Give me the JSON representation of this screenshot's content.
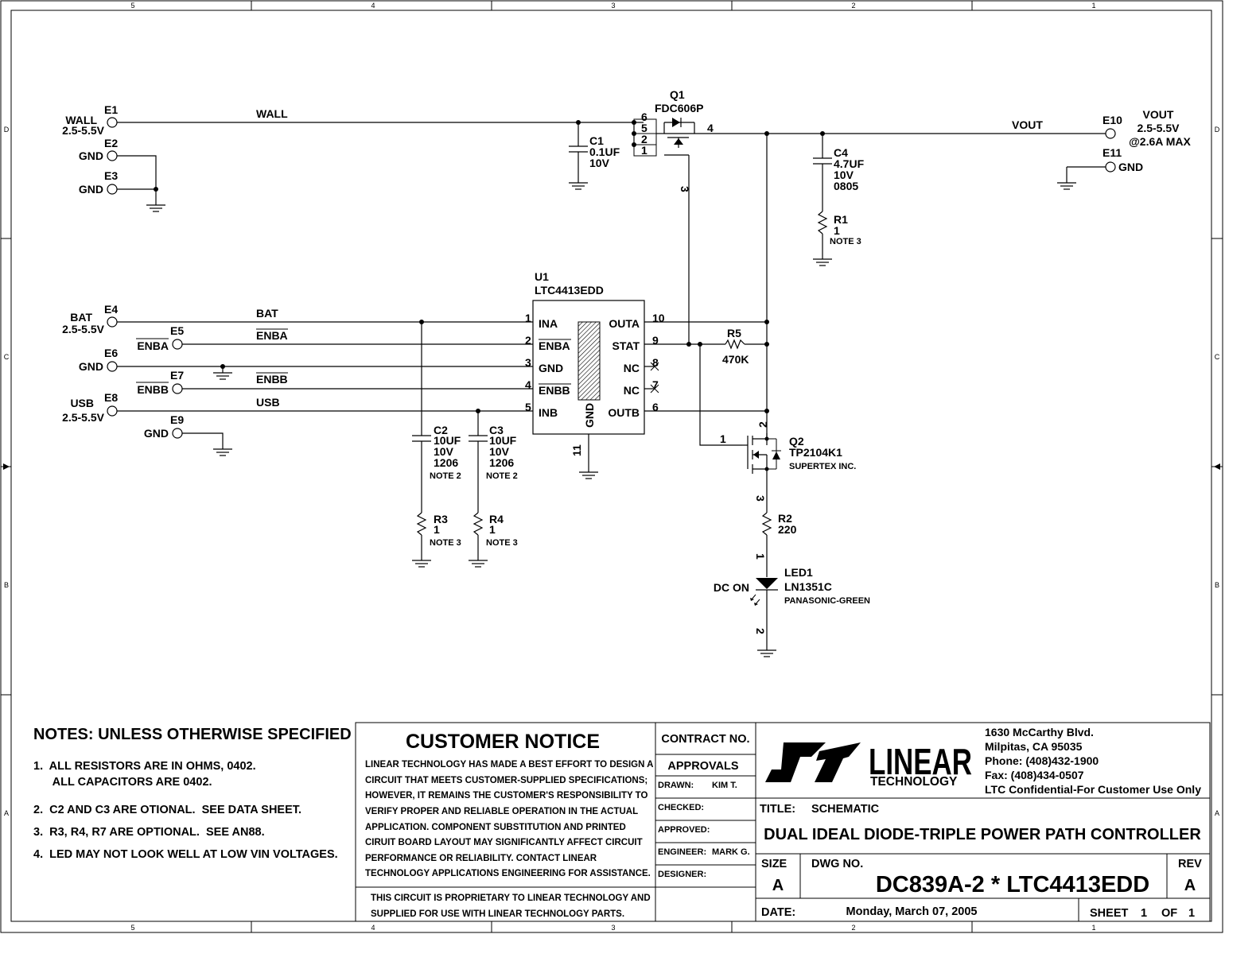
{
  "border": {
    "cols": [
      "5",
      "4",
      "3",
      "2",
      "1"
    ],
    "rows": [
      "D",
      "C",
      "B",
      "A"
    ]
  },
  "terminals": {
    "e1": {
      "ref": "E1",
      "net": "WALL",
      "range": "2.5-5.5V"
    },
    "e2": {
      "ref": "E2",
      "net": "GND"
    },
    "e3": {
      "ref": "E3",
      "net": "GND"
    },
    "e4": {
      "ref": "E4",
      "net": "BAT",
      "range": "2.5-5.5V"
    },
    "e5": {
      "ref": "E5",
      "net": "ENBA"
    },
    "e6": {
      "ref": "E6",
      "net": "GND"
    },
    "e7": {
      "ref": "E7",
      "net": "ENBB"
    },
    "e8": {
      "ref": "E8",
      "net": "USB",
      "range": "2.5-5.5V"
    },
    "e9": {
      "ref": "E9",
      "net": "GND"
    },
    "e10": {
      "ref": "E10",
      "net": "VOUT",
      "range": "2.5-5.5V",
      "current": "@2.6A MAX"
    },
    "e11": {
      "ref": "E11",
      "net": "GND"
    }
  },
  "nets": {
    "wall": "WALL",
    "vout": "VOUT",
    "bat": "BAT",
    "enba": "ENBA",
    "enbb": "ENBB",
    "usb": "USB"
  },
  "q1": {
    "ref": "Q1",
    "part": "FDC606P",
    "pins": [
      "6",
      "5",
      "2",
      "1",
      "4",
      "3"
    ]
  },
  "c1": {
    "ref": "C1",
    "value": "0.1UF",
    "volt": "10V"
  },
  "c4": {
    "ref": "C4",
    "value": "4.7UF",
    "volt": "10V",
    "pkg": "0805"
  },
  "r1": {
    "ref": "R1",
    "value": "1",
    "note": "NOTE 3"
  },
  "u1": {
    "ref": "U1",
    "part": "LTC4413EDD",
    "left_pins": [
      {
        "num": "1",
        "name": "INA"
      },
      {
        "num": "2",
        "name": "ENBA"
      },
      {
        "num": "3",
        "name": "GND"
      },
      {
        "num": "4",
        "name": "ENBB"
      },
      {
        "num": "5",
        "name": "INB"
      }
    ],
    "right_pins": [
      {
        "num": "10",
        "name": "OUTA"
      },
      {
        "num": "9",
        "name": "STAT"
      },
      {
        "num": "8",
        "name": "NC"
      },
      {
        "num": "7",
        "name": "NC"
      },
      {
        "num": "6",
        "name": "OUTB"
      }
    ],
    "pad_label": "GND",
    "pad_pin": "11"
  },
  "r5": {
    "ref": "R5",
    "value": "470K"
  },
  "c2": {
    "ref": "C2",
    "value": "10UF",
    "volt": "10V",
    "pkg": "1206",
    "note": "NOTE 2"
  },
  "c3": {
    "ref": "C3",
    "value": "10UF",
    "volt": "10V",
    "pkg": "1206",
    "note": "NOTE 2"
  },
  "r3": {
    "ref": "R3",
    "value": "1",
    "note": "NOTE 3"
  },
  "r4": {
    "ref": "R4",
    "value": "1",
    "note": "NOTE 3"
  },
  "q2": {
    "ref": "Q2",
    "part": "TP2104K1",
    "mfr": "SUPERTEX INC.",
    "pins": [
      "2",
      "1",
      "3"
    ]
  },
  "r2": {
    "ref": "R2",
    "value": "220"
  },
  "led1": {
    "ref": "LED1",
    "part": "LN1351C",
    "mfr": "PANASONIC-GREEN",
    "label": "DC ON",
    "pins": [
      "1",
      "2"
    ]
  },
  "notes": {
    "title": "NOTES:  UNLESS OTHERWISE SPECIFIED",
    "items": [
      "1.  ALL RESISTORS ARE IN OHMS, 0402.",
      "      ALL CAPACITORS ARE 0402.",
      "2.  C2 AND C3 ARE OTIONAL.  SEE DATA SHEET.",
      "3.  R3, R4, R7 ARE OPTIONAL.  SEE AN88.",
      "4.  LED MAY NOT LOOK WELL AT LOW VIN VOLTAGES."
    ]
  },
  "customer_notice": {
    "title": "CUSTOMER NOTICE",
    "lines": [
      "LINEAR TECHNOLOGY HAS MADE A BEST EFFORT TO DESIGN A",
      "CIRCUIT THAT MEETS CUSTOMER-SUPPLIED SPECIFICATIONS;",
      "HOWEVER, IT REMAINS THE CUSTOMER'S RESPONSIBILITY TO",
      "VERIFY PROPER AND RELIABLE OPERATION IN THE ACTUAL",
      "APPLICATION.  COMPONENT SUBSTITUTION AND PRINTED",
      "CIRUIT BOARD LAYOUT MAY SIGNIFICANTLY AFFECT CIRCUIT",
      "PERFORMANCE OR RELIABILITY.  CONTACT LINEAR",
      "TECHNOLOGY APPLICATIONS ENGINEERING FOR ASSISTANCE."
    ],
    "proprietary": [
      "THIS CIRCUIT IS PROPRIETARY TO LINEAR TECHNOLOGY AND",
      "SUPPLIED FOR USE WITH LINEAR TECHNOLOGY PARTS."
    ]
  },
  "approvals": {
    "contract": "CONTRACT NO.",
    "approvals": "APPROVALS",
    "drawn_label": "DRAWN:",
    "drawn_value": "KIM T.",
    "checked_label": "CHECKED:",
    "approved_label": "APPROVED:",
    "engineer_label": "ENGINEER:",
    "engineer_value": "MARK G.",
    "designer_label": "DESIGNER:"
  },
  "company": {
    "logo_word": "LINEAR",
    "logo_sub": "TECHNOLOGY",
    "address": [
      "1630 McCarthy Blvd.",
      "Milpitas, CA 95035",
      "Phone: (408)432-1900",
      "Fax: (408)434-0507",
      "LTC Confidential-For Customer Use Only"
    ]
  },
  "title_block": {
    "title_label": "TITLE:",
    "title_value": "SCHEMATIC",
    "description": "DUAL IDEAL DIODE-TRIPLE POWER PATH CONTROLLER",
    "size_label": "SIZE",
    "size_value": "A",
    "dwg_label": "DWG NO.",
    "dwg_value": "DC839A-2 * LTC4413EDD",
    "rev_label": "REV",
    "rev_value": "A",
    "date_label": "DATE:",
    "date_value": "Monday, March 07, 2005",
    "sheet_label": "SHEET",
    "sheet_num": "1",
    "of_label": "OF",
    "sheet_total": "1"
  }
}
